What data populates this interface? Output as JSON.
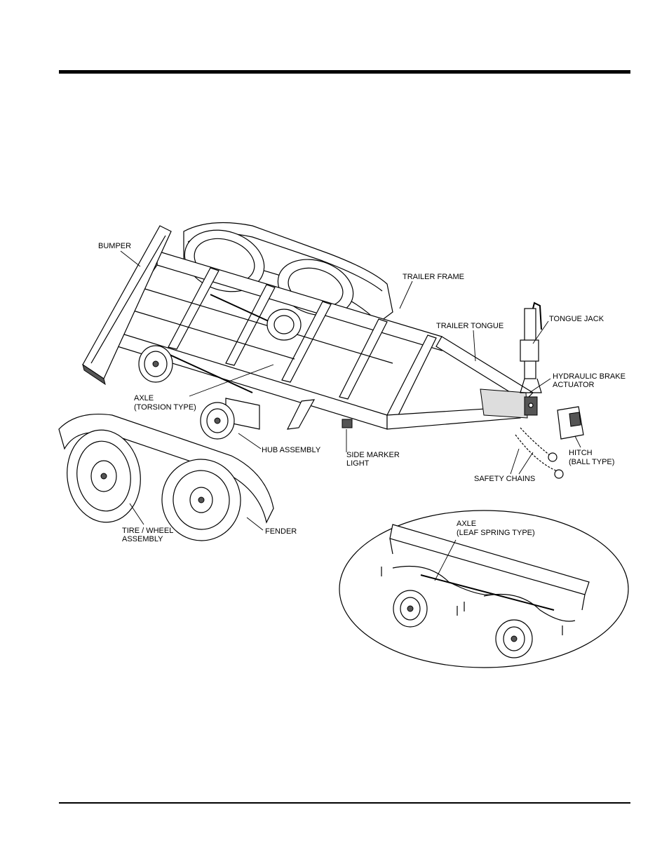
{
  "labels": {
    "bumper": "BUMPER",
    "trailer_frame": "TRAILER FRAME",
    "trailer_tongue": "TRAILER TONGUE",
    "tongue_jack": "TONGUE JACK",
    "hydraulic_brake_1": "HYDRAULIC BRAKE",
    "hydraulic_brake_2": "ACTUATOR",
    "axle_torsion_1": "AXLE",
    "axle_torsion_2": "(TORSION TYPE)",
    "hub_assembly": "HUB ASSEMBLY",
    "side_marker_1": "SIDE MARKER",
    "side_marker_2": "LIGHT",
    "hitch_1": "HITCH",
    "hitch_2": "(BALL TYPE)",
    "safety_chains": "SAFETY CHAINS",
    "tire_wheel_1": "TIRE / WHEEL",
    "tire_wheel_2": "ASSEMBLY",
    "fender": "FENDER",
    "axle_leaf_1": "AXLE",
    "axle_leaf_2": "(LEAF SPRING TYPE)"
  }
}
